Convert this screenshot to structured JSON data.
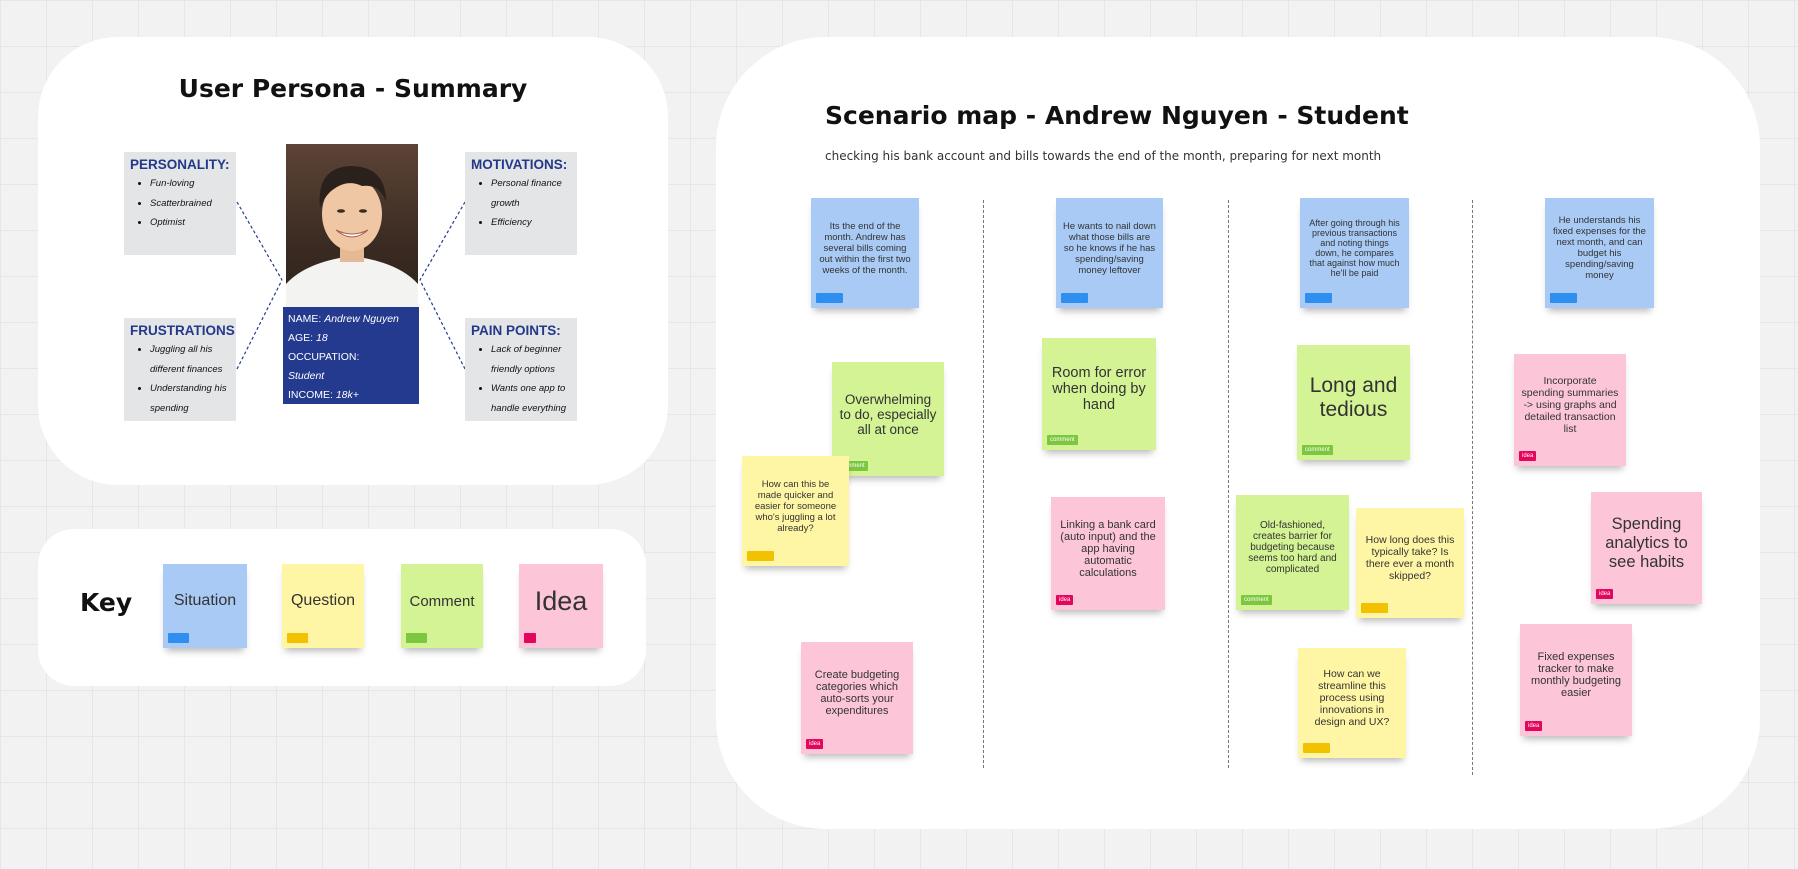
{
  "persona": {
    "title": "User Persona - Summary",
    "personality": {
      "heading": "PERSONALITY:",
      "items": [
        "Fun-loving",
        "Scatterbrained",
        "Optimist"
      ]
    },
    "motivations": {
      "heading": "MOTIVATIONS:",
      "items": [
        "Personal finance growth",
        "Efficiency"
      ]
    },
    "frustrations": {
      "heading": "FRUSTRATIONS:",
      "items": [
        "Juggling all his different finances",
        "Understanding his spending"
      ]
    },
    "pain_points": {
      "heading": "PAIN POINTS:",
      "items": [
        "Lack of beginner friendly options",
        "Wants one app to handle everything"
      ]
    },
    "info": {
      "name_label": "NAME:",
      "name": "Andrew Nguyen",
      "age_label": "AGE:",
      "age": "18",
      "occupation_label": "OCCUPATION:",
      "occupation": "Student",
      "income_label": "INCOME:",
      "income": "18k+"
    }
  },
  "key": {
    "title": "Key",
    "situation": "Situation",
    "question": "Question",
    "comment": "Comment",
    "idea": "Idea"
  },
  "scenario": {
    "title": "Scenario map - Andrew Nguyen - Student",
    "subtitle": "checking his bank account and bills towards the end of the month, preparing for next month",
    "tags": {
      "comment": "comment",
      "idea": "idea"
    },
    "col1": {
      "situation": "Its the end of the month. Andrew has several bills coming out within the first two weeks of the month.",
      "comment": "Overwhelming to do, especially all at once",
      "question": "How can this be made quicker and easier for someone who's juggling a lot already?",
      "idea": "Create budgeting categories which auto-sorts your expenditures"
    },
    "col2": {
      "situation": "He wants to nail down what those bills are so he knows if he has spending/saving money leftover",
      "comment": "Room for error when doing by hand",
      "idea": "Linking a bank card (auto input) and the app having automatic calculations"
    },
    "col3": {
      "situation": "After going through his previous transactions and noting things down, he compares that against how much he'll be paid",
      "comment1": "Long and tedious",
      "comment2": "Old-fashioned, creates barrier for budgeting because seems too hard and complicated",
      "question1": "How long does this typically take? Is there ever a month skipped?",
      "question2": "How can we streamline this process using innovations in design and UX?"
    },
    "col4": {
      "situation": "He understands his fixed expenses for the next month, and can budget his spending/saving money",
      "idea1": "Incorporate spending summaries -> using graphs and detailed transaction list",
      "idea2": "Spending analytics to see habits",
      "idea3": "Fixed expenses tracker to make monthly budgeting easier"
    }
  }
}
